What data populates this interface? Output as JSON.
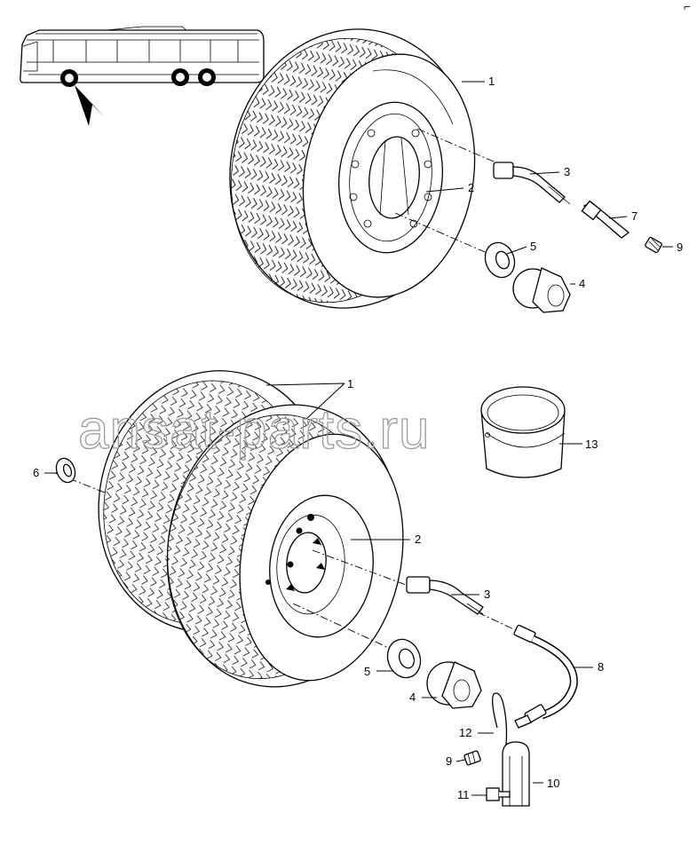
{
  "watermark": "ansat-parts.ru",
  "corner_mark": "⌐",
  "callouts": {
    "top": {
      "tire": "1",
      "rim": "2",
      "valve": "3",
      "nut": "4",
      "washer": "5",
      "extension": "7",
      "cap": "9"
    },
    "bottom": {
      "tire": "1",
      "rim": "2",
      "valve": "3",
      "nut": "4",
      "washer": "5",
      "inner_washer": "6",
      "hose": "8",
      "cap": "9",
      "bracket": "10",
      "screw": "11",
      "clip": "12",
      "bucket": "13"
    }
  }
}
